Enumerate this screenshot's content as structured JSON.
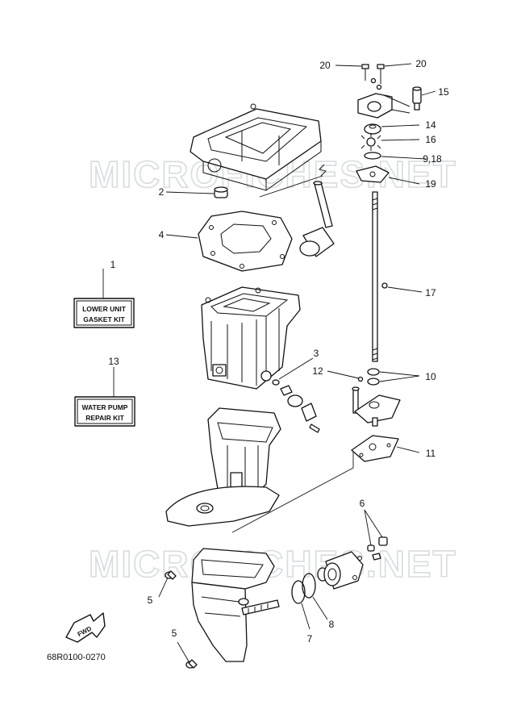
{
  "watermark": "MICROFICHES.NET",
  "callouts": {
    "c1": "1",
    "c2": "2",
    "c3": "3",
    "c4": "4",
    "c5a": "5",
    "c5b": "5",
    "c6": "6",
    "c7": "7",
    "c8": "8",
    "c10": "10",
    "c11": "11",
    "c12": "12",
    "c13": "13",
    "c14": "14",
    "c15": "15",
    "c16": "16",
    "c17": "17",
    "c918": "9,18",
    "c19": "19",
    "c20a": "20",
    "c20b": "20"
  },
  "kits": {
    "gasket_line1": "LOWER UNIT",
    "gasket_line2": "GASKET KIT",
    "pump_line1": "WATER PUMP",
    "pump_line2": "REPAIR KIT"
  },
  "fwd_label": "FWD",
  "diagram_code": "68R0100-0270"
}
